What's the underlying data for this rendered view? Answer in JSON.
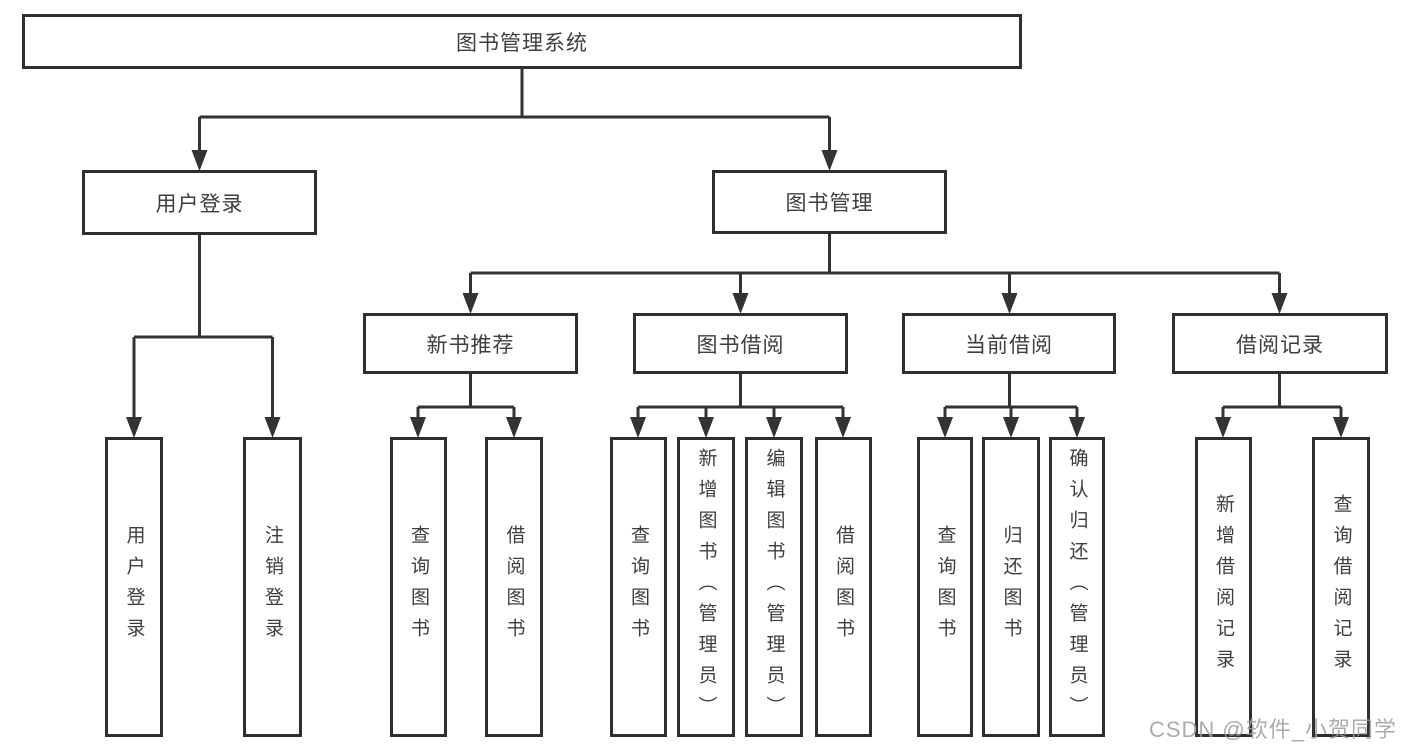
{
  "diagram": {
    "root": {
      "label": "图书管理系统"
    },
    "level2": [
      {
        "label": "用户登录"
      },
      {
        "label": "图书管理"
      }
    ],
    "level3": [
      {
        "label": "新书推荐"
      },
      {
        "label": "图书借阅"
      },
      {
        "label": "当前借阅"
      },
      {
        "label": "借阅记录"
      }
    ],
    "level4": [
      {
        "label": "用户登录"
      },
      {
        "label": "注销登录"
      },
      {
        "label": "查询图书"
      },
      {
        "label": "借阅图书"
      },
      {
        "label": "查询图书"
      },
      {
        "label": "新增图书（管理员）"
      },
      {
        "label": "编辑图书（管理员）"
      },
      {
        "label": "借阅图书"
      },
      {
        "label": "查询图书"
      },
      {
        "label": "归还图书"
      },
      {
        "label": "确认归还（管理员）"
      },
      {
        "label": "新增借阅记录"
      },
      {
        "label": "查询借阅记录"
      }
    ],
    "colors": {
      "line": "#333333",
      "box_border": "#2f2f2f",
      "text": "#3e3e3e",
      "watermark": "#9e9e9e",
      "background": "#ffffff"
    },
    "watermark": {
      "text": "CSDN @软件_小贺同学"
    }
  }
}
